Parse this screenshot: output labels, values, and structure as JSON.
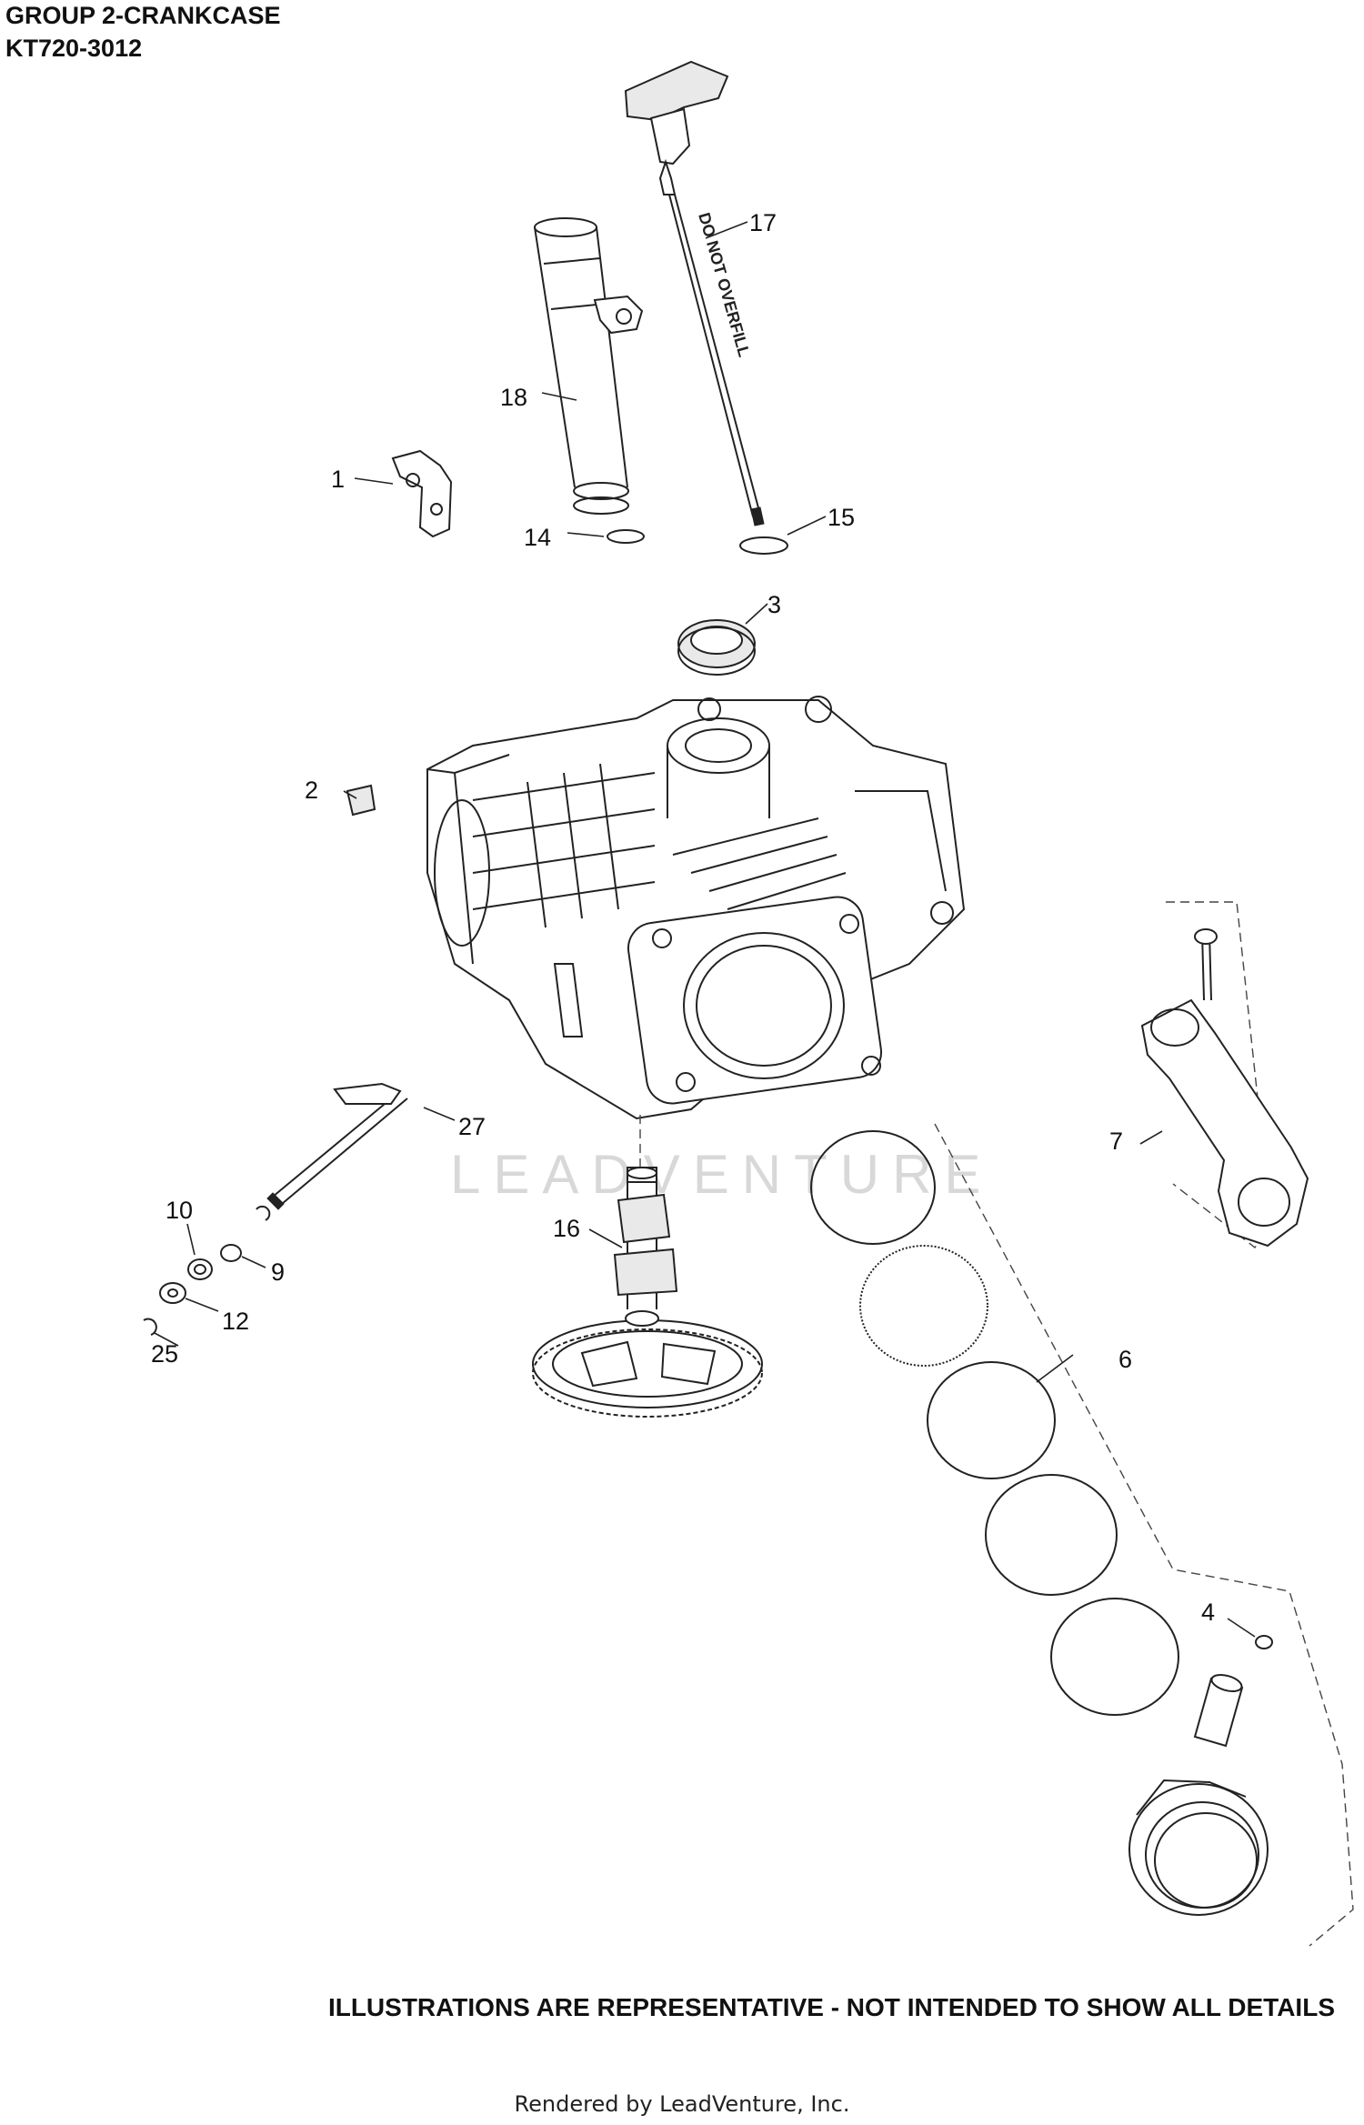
{
  "header": {
    "group_title": "GROUP 2-CRANKCASE",
    "model": "KT720-3012"
  },
  "callouts": [
    "1",
    "2",
    "3",
    "4",
    "6",
    "7",
    "9",
    "10",
    "12",
    "14",
    "15",
    "16",
    "17",
    "18",
    "25",
    "27"
  ],
  "dipstick_text": "DO NOT OVERFILL",
  "watermark": "LEADVENTURE",
  "disclaimer": "ILLUSTRATIONS ARE REPRESENTATIVE - NOT INTENDED TO SHOW ALL DETAILS",
  "footer": "Rendered by LeadVenture, Inc."
}
